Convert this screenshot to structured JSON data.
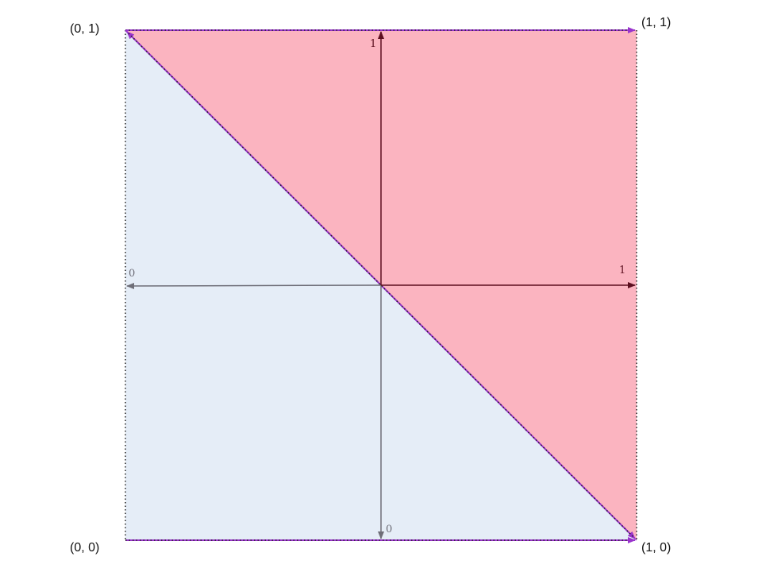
{
  "colors": {
    "upper_triangle_fill": "#fbb4c0",
    "lower_triangle_fill": "#e5edf7",
    "outer_edge": "#9933cc",
    "dotted_edge": "#222222",
    "dark_axis": "#5c0f1f",
    "gray_axis": "#6e6e78"
  },
  "corners": {
    "top_left": "(0, 1)",
    "top_right": "(1, 1)",
    "bottom_left": "(0, 0)",
    "bottom_right": "(1, 0)"
  },
  "axes": {
    "dark_vertical_tick": "1",
    "dark_horizontal_tick": "1",
    "gray_horizontal_tick": "0",
    "gray_vertical_tick": "0"
  }
}
